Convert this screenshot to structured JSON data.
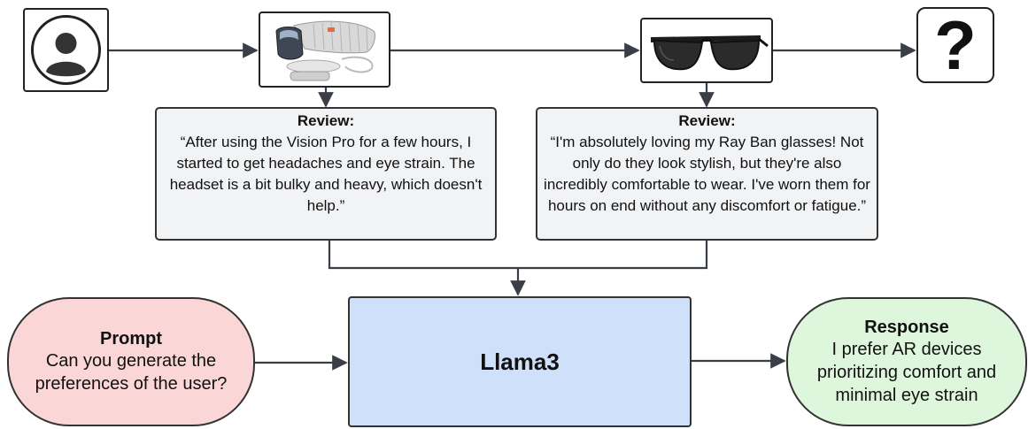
{
  "review_1": {
    "title": "Review:",
    "text": "“After using the Vision Pro for a few hours, I started to get headaches and eye strain. The headset is a bit bulky and heavy, which doesn't help.”"
  },
  "review_2": {
    "title": "Review:",
    "text": "“I'm absolutely loving my Ray Ban glasses! Not only do they look stylish, but they're also incredibly comfortable to wear. I've worn them for hours on end without any discomfort or fatigue.”"
  },
  "prompt": {
    "title": "Prompt",
    "text": "Can you generate the preferences of the user?"
  },
  "model": {
    "label": "Llama3"
  },
  "response": {
    "title": "Response",
    "text": "I prefer AR devices prioritizing comfort and minimal eye strain"
  },
  "unknown_item": {
    "symbol": "?"
  },
  "icons": {
    "user": "user-avatar-icon",
    "headset": "vision-pro-headset-icon",
    "glasses": "ray-ban-glasses-icon"
  },
  "colors": {
    "prompt_fill": "#fbd6d6",
    "model_fill": "#cfe0fb",
    "response_fill": "#def7dc",
    "review_fill": "#f2f3f5",
    "line": "#3a3f47"
  }
}
